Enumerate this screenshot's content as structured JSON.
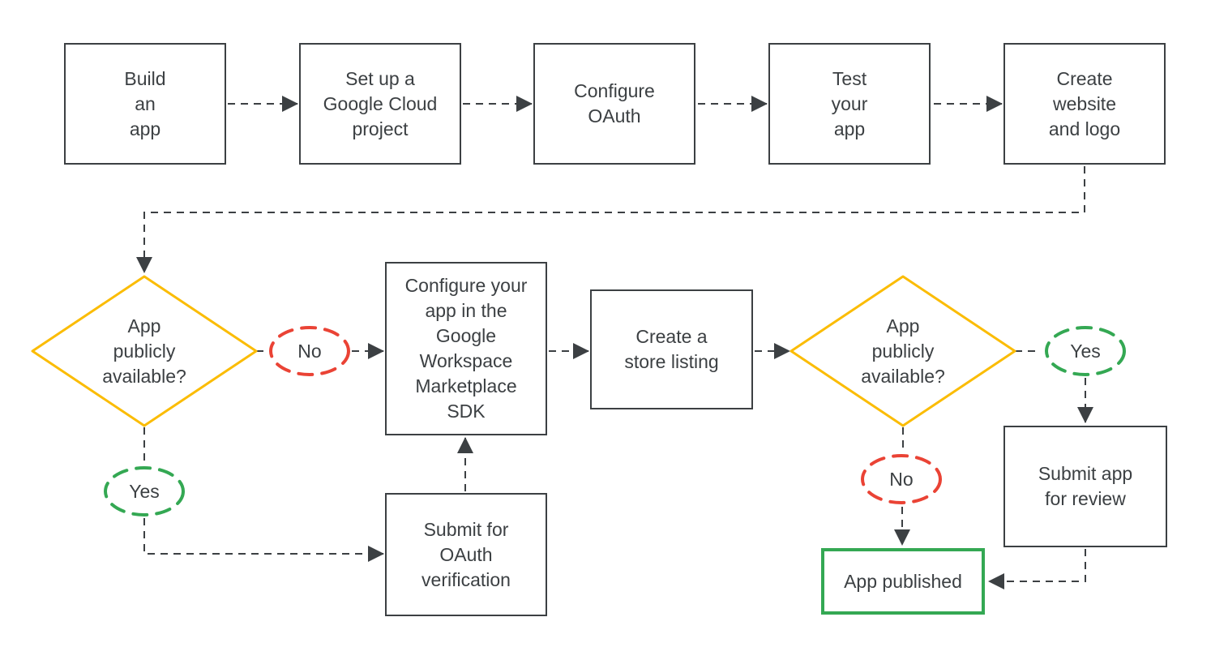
{
  "colors": {
    "ink": "#3c4043",
    "decision_yellow": "#fbbc04",
    "yes_green": "#34a853",
    "no_red": "#ea4335",
    "background": "#ffffff"
  },
  "flow": {
    "steps": {
      "build_app": "Build\nan\napp",
      "cloud_project": "Set up a\nGoogle Cloud\nproject",
      "configure_oauth": "Configure\nOAuth",
      "test_app": "Test\nyour\napp",
      "create_website": "Create\nwebsite\nand logo",
      "decision1": "App\npublicly\navailable?",
      "no1": "No",
      "yes1": "Yes",
      "marketplace_sdk": "Configure your\napp in the\nGoogle\nWorkspace\nMarketplace\nSDK",
      "oauth_verification": "Submit for\nOAuth\nverification",
      "store_listing": "Create a\nstore listing",
      "decision2": "App\npublicly\navailable?",
      "yes2": "Yes",
      "no2": "No",
      "submit_review": "Submit app\nfor review",
      "app_published": "App published"
    }
  }
}
